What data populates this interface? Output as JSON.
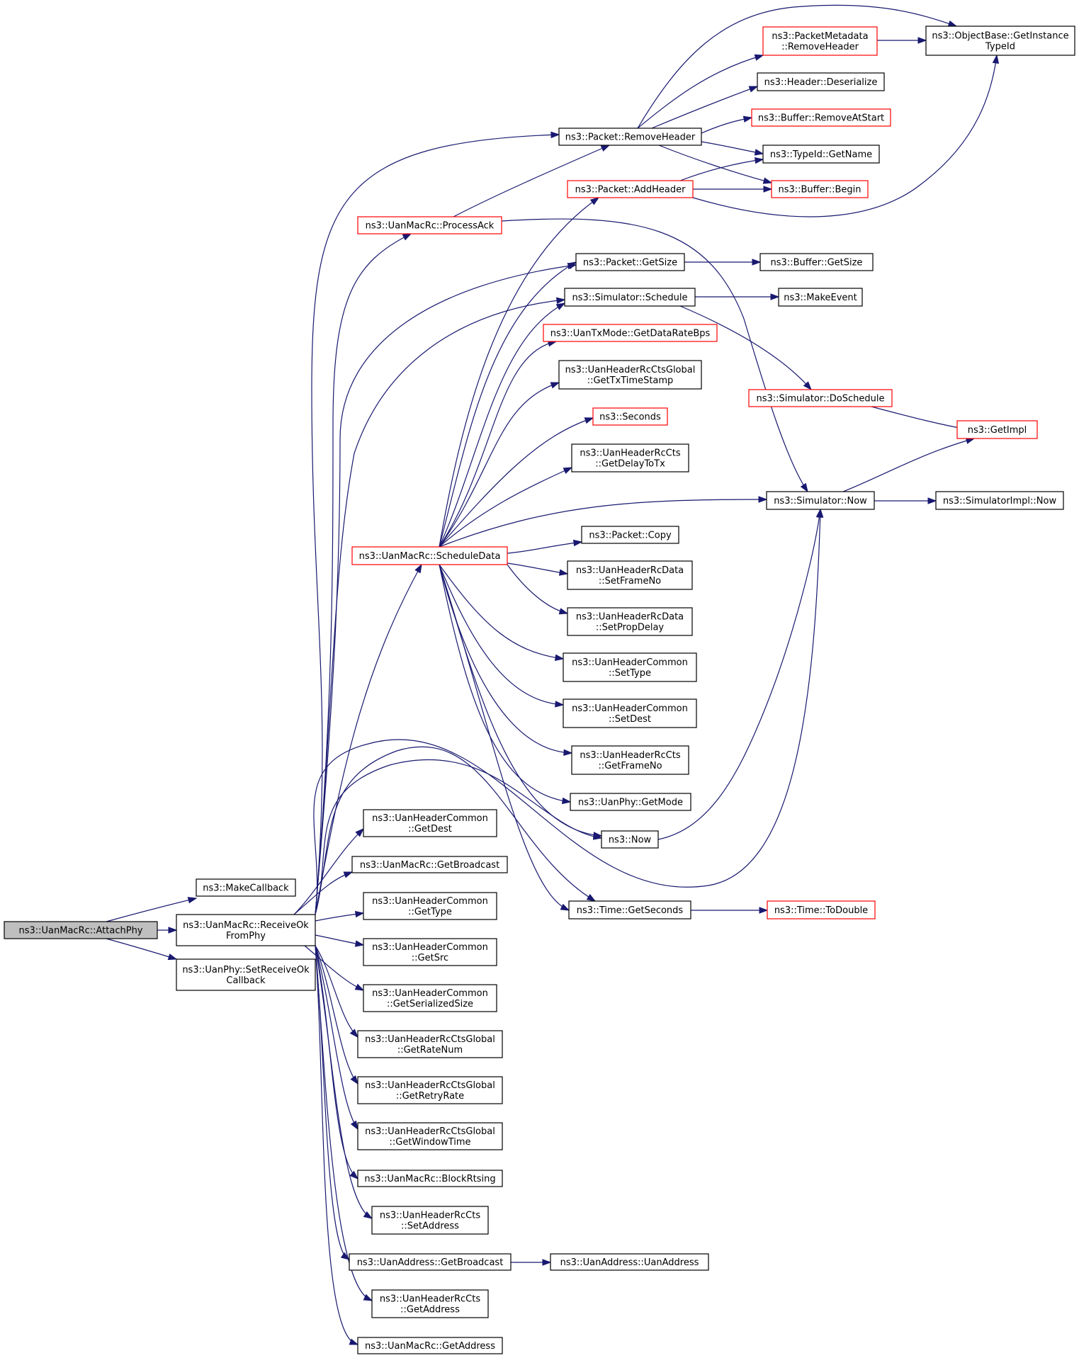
{
  "graph": {
    "colors": {
      "edge": "#191970",
      "highlight_border": "#ff0000",
      "root_fill": "#bfbfbf"
    },
    "nodes": {
      "attach": {
        "lines": [
          "ns3::UanMacRc::AttachPhy"
        ],
        "style": "root"
      },
      "makecb": {
        "lines": [
          "ns3::MakeCallback"
        ]
      },
      "recvok": {
        "lines": [
          "ns3::UanMacRc::ReceiveOk",
          "FromPhy"
        ]
      },
      "setrecv": {
        "lines": [
          "ns3::UanPhy::SetReceiveOk",
          "Callback"
        ]
      },
      "getdest": {
        "lines": [
          "ns3::UanHeaderCommon",
          "::GetDest"
        ]
      },
      "macbcast": {
        "lines": [
          "ns3::UanMacRc::GetBroadcast"
        ]
      },
      "gettype": {
        "lines": [
          "ns3::UanHeaderCommon",
          "::GetType"
        ]
      },
      "getsrc": {
        "lines": [
          "ns3::UanHeaderCommon",
          "::GetSrc"
        ]
      },
      "getser": {
        "lines": [
          "ns3::UanHeaderCommon",
          "::GetSerializedSize"
        ]
      },
      "ratenum": {
        "lines": [
          "ns3::UanHeaderRcCtsGlobal",
          "::GetRateNum"
        ]
      },
      "retry": {
        "lines": [
          "ns3::UanHeaderRcCtsGlobal",
          "::GetRetryRate"
        ]
      },
      "window": {
        "lines": [
          "ns3::UanHeaderRcCtsGlobal",
          "::GetWindowTime"
        ]
      },
      "block": {
        "lines": [
          "ns3::UanMacRc::BlockRtsing"
        ]
      },
      "setaddr": {
        "lines": [
          "ns3::UanHeaderRcCts",
          "::SetAddress"
        ]
      },
      "addrbcast": {
        "lines": [
          "ns3::UanAddress::GetBroadcast"
        ]
      },
      "getaddr": {
        "lines": [
          "ns3::UanHeaderRcCts",
          "::GetAddress"
        ]
      },
      "macaddr": {
        "lines": [
          "ns3::UanMacRc::GetAddress"
        ]
      },
      "uanaddr": {
        "lines": [
          "ns3::UanAddress::UanAddress"
        ]
      },
      "processack": {
        "lines": [
          "ns3::UanMacRc::ProcessAck"
        ],
        "style": "red"
      },
      "sched": {
        "lines": [
          "ns3::UanMacRc::ScheduleData"
        ],
        "style": "red"
      },
      "removehdr": {
        "lines": [
          "ns3::Packet::RemoveHeader"
        ]
      },
      "addhdr": {
        "lines": [
          "ns3::Packet::AddHeader"
        ],
        "style": "red"
      },
      "getsize": {
        "lines": [
          "ns3::Packet::GetSize"
        ]
      },
      "simsched": {
        "lines": [
          "ns3::Simulator::Schedule"
        ]
      },
      "datarate": {
        "lines": [
          "ns3::UanTxMode::GetDataRateBps"
        ],
        "style": "red"
      },
      "txts": {
        "lines": [
          "ns3::UanHeaderRcCtsGlobal",
          "::GetTxTimeStamp"
        ]
      },
      "seconds": {
        "lines": [
          "ns3::Seconds"
        ],
        "style": "red"
      },
      "delaytx": {
        "lines": [
          "ns3::UanHeaderRcCts",
          "::GetDelayToTx"
        ]
      },
      "copy": {
        "lines": [
          "ns3::Packet::Copy"
        ]
      },
      "setframe": {
        "lines": [
          "ns3::UanHeaderRcData",
          "::SetFrameNo"
        ]
      },
      "setprop": {
        "lines": [
          "ns3::UanHeaderRcData",
          "::SetPropDelay"
        ]
      },
      "settype": {
        "lines": [
          "ns3::UanHeaderCommon",
          "::SetType"
        ]
      },
      "setdest": {
        "lines": [
          "ns3::UanHeaderCommon",
          "::SetDest"
        ]
      },
      "getframe": {
        "lines": [
          "ns3::UanHeaderRcCts",
          "::GetFrameNo"
        ]
      },
      "getmode": {
        "lines": [
          "ns3::UanPhy::GetMode"
        ]
      },
      "now": {
        "lines": [
          "ns3::Now"
        ]
      },
      "getsec": {
        "lines": [
          "ns3::Time::GetSeconds"
        ]
      },
      "pmremove": {
        "lines": [
          "ns3::PacketMetadata",
          "::RemoveHeader"
        ],
        "style": "red"
      },
      "hdrdeser": {
        "lines": [
          "ns3::Header::Deserialize"
        ]
      },
      "bufremove": {
        "lines": [
          "ns3::Buffer::RemoveAtStart"
        ],
        "style": "red"
      },
      "typename": {
        "lines": [
          "ns3::TypeId::GetName"
        ]
      },
      "bufbegin": {
        "lines": [
          "ns3::Buffer::Begin"
        ],
        "style": "red"
      },
      "bufsize": {
        "lines": [
          "ns3::Buffer::GetSize"
        ]
      },
      "makeevent": {
        "lines": [
          "ns3::MakeEvent"
        ]
      },
      "dosched": {
        "lines": [
          "ns3::Simulator::DoSchedule"
        ],
        "style": "red"
      },
      "simnow": {
        "lines": [
          "ns3::Simulator::Now"
        ]
      },
      "todouble": {
        "lines": [
          "ns3::Time::ToDouble"
        ],
        "style": "red"
      },
      "getinst": {
        "lines": [
          "ns3::ObjectBase::GetInstance",
          "TypeId"
        ]
      },
      "getimpl": {
        "lines": [
          "ns3::GetImpl"
        ],
        "style": "red"
      },
      "implnow": {
        "lines": [
          "ns3::SimulatorImpl::Now"
        ]
      }
    },
    "edges": [
      [
        "attach",
        "makecb"
      ],
      [
        "attach",
        "recvok"
      ],
      [
        "attach",
        "setrecv"
      ],
      [
        "recvok",
        "getdest"
      ],
      [
        "recvok",
        "macbcast"
      ],
      [
        "recvok",
        "gettype"
      ],
      [
        "recvok",
        "getsrc"
      ],
      [
        "recvok",
        "getser"
      ],
      [
        "recvok",
        "ratenum"
      ],
      [
        "recvok",
        "retry"
      ],
      [
        "recvok",
        "window"
      ],
      [
        "recvok",
        "block"
      ],
      [
        "recvok",
        "setaddr"
      ],
      [
        "recvok",
        "addrbcast"
      ],
      [
        "recvok",
        "getaddr"
      ],
      [
        "recvok",
        "macaddr"
      ],
      [
        "recvok",
        "removehdr"
      ],
      [
        "recvok",
        "processack"
      ],
      [
        "recvok",
        "getsize"
      ],
      [
        "recvok",
        "simsched"
      ],
      [
        "recvok",
        "sched"
      ],
      [
        "recvok",
        "now"
      ],
      [
        "recvok",
        "getsec"
      ],
      [
        "recvok",
        "simnow"
      ],
      [
        "addrbcast",
        "uanaddr"
      ],
      [
        "processack",
        "removehdr"
      ],
      [
        "processack",
        "simnow"
      ],
      [
        "sched",
        "addhdr"
      ],
      [
        "sched",
        "getsize"
      ],
      [
        "sched",
        "simsched"
      ],
      [
        "sched",
        "datarate"
      ],
      [
        "sched",
        "txts"
      ],
      [
        "sched",
        "seconds"
      ],
      [
        "sched",
        "delaytx"
      ],
      [
        "sched",
        "simnow"
      ],
      [
        "sched",
        "copy"
      ],
      [
        "sched",
        "setframe"
      ],
      [
        "sched",
        "setprop"
      ],
      [
        "sched",
        "settype"
      ],
      [
        "sched",
        "setdest"
      ],
      [
        "sched",
        "getframe"
      ],
      [
        "sched",
        "getmode"
      ],
      [
        "sched",
        "now"
      ],
      [
        "sched",
        "getsec"
      ],
      [
        "removehdr",
        "pmremove"
      ],
      [
        "removehdr",
        "hdrdeser"
      ],
      [
        "removehdr",
        "bufremove"
      ],
      [
        "removehdr",
        "typename"
      ],
      [
        "removehdr",
        "bufbegin"
      ],
      [
        "removehdr",
        "getinst"
      ],
      [
        "addhdr",
        "typename"
      ],
      [
        "addhdr",
        "bufbegin"
      ],
      [
        "addhdr",
        "getinst"
      ],
      [
        "pmremove",
        "getinst"
      ],
      [
        "getsize",
        "bufsize"
      ],
      [
        "simsched",
        "makeevent"
      ],
      [
        "simsched",
        "dosched"
      ],
      [
        "dosched",
        "getimpl"
      ],
      [
        "simnow",
        "getimpl"
      ],
      [
        "simnow",
        "implnow"
      ],
      [
        "now",
        "simnow"
      ],
      [
        "getsec",
        "todouble"
      ]
    ]
  }
}
